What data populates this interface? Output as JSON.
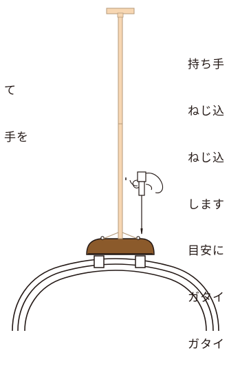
{
  "left_text": {
    "lines": [
      "て",
      "手を"
    ]
  },
  "right_text": {
    "lines": [
      "持ち手",
      "ねじ込",
      "ねじ込",
      "します",
      "目安に",
      "ガタイ",
      "ガタイ"
    ]
  },
  "colors": {
    "outline": "#231815",
    "wood": "#8b5a2b",
    "stem": "#f7d7b3",
    "stem_edge": "#b59a7a",
    "hoop": "#ffffff"
  }
}
